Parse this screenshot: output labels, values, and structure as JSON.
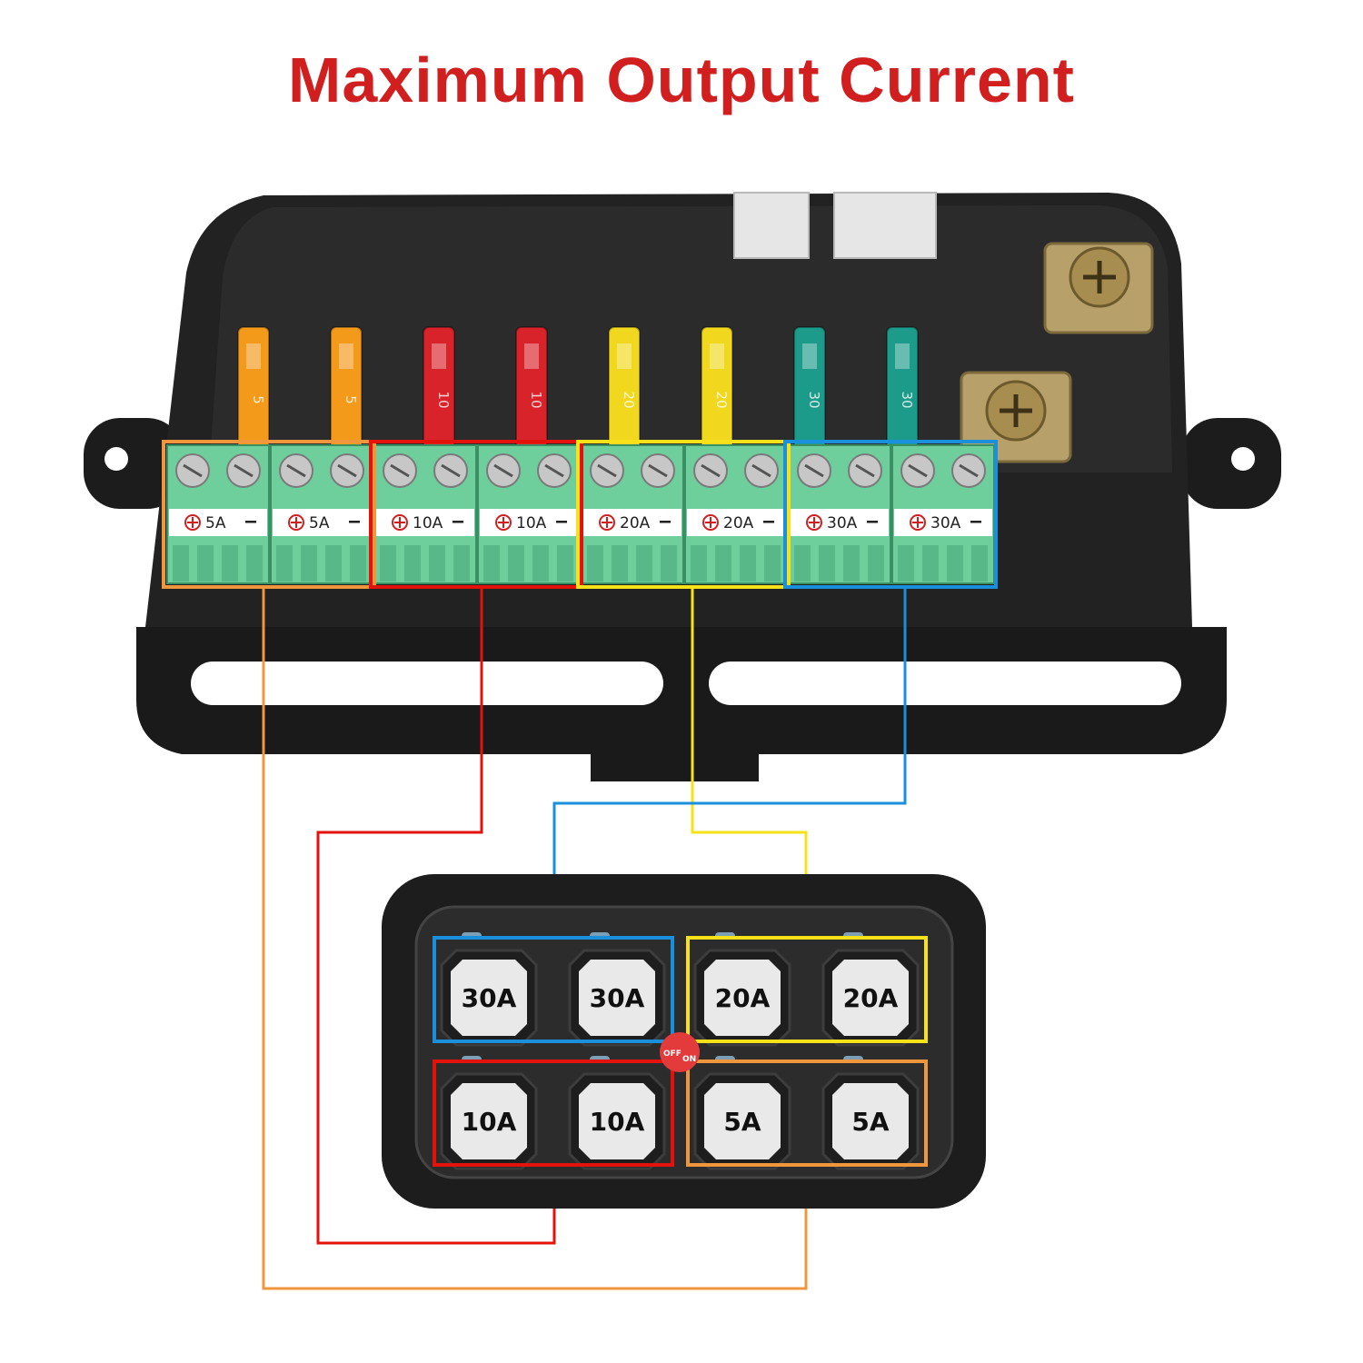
{
  "title": "Maximum Output Current",
  "colors": {
    "title": "#d11f1f",
    "group_5a": "#f0963c",
    "group_10a": "#e3120b",
    "group_20a": "#f7e21a",
    "group_30a": "#1a8fdc",
    "terminal": "#6fcf9c",
    "housing": "#1b1b1b",
    "button_face": "#e9e9e9"
  },
  "fuses": [
    {
      "rating": "5",
      "color": "#f39a1b"
    },
    {
      "rating": "5",
      "color": "#f39a1b"
    },
    {
      "rating": "10",
      "color": "#d8232a"
    },
    {
      "rating": "10",
      "color": "#d8232a"
    },
    {
      "rating": "20",
      "color": "#f1d81f"
    },
    {
      "rating": "20",
      "color": "#f1d81f"
    },
    {
      "rating": "30",
      "color": "#1d9b8a"
    },
    {
      "rating": "30",
      "color": "#1d9b8a"
    }
  ],
  "terminals": [
    {
      "label": "5A",
      "group": "5a"
    },
    {
      "label": "5A",
      "group": "5a"
    },
    {
      "label": "10A",
      "group": "10a"
    },
    {
      "label": "10A",
      "group": "10a"
    },
    {
      "label": "20A",
      "group": "20a"
    },
    {
      "label": "20A",
      "group": "20a"
    },
    {
      "label": "30A",
      "group": "30a"
    },
    {
      "label": "30A",
      "group": "30a"
    }
  ],
  "panel": {
    "buttons_top": [
      "30A",
      "30A",
      "20A",
      "20A"
    ],
    "buttons_bottom": [
      "10A",
      "10A",
      "5A",
      "5A"
    ],
    "power_off": "OFF",
    "power_on": "ON"
  }
}
